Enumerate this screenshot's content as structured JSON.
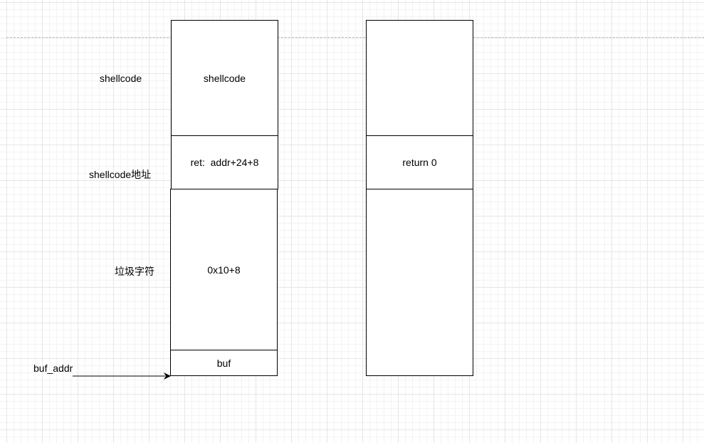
{
  "left_labels": {
    "shellcode": "shellcode",
    "shellcode_addr": "shellcode地址",
    "junk": "垃圾字符",
    "buf_addr": "buf_addr"
  },
  "left_stack": {
    "shellcode": "shellcode",
    "ret": "ret:  addr+24+8",
    "padding": "0x10+8",
    "buf": "buf"
  },
  "right_stack": {
    "top": "",
    "return": "return 0",
    "bottom": ""
  },
  "colors": {
    "grid_major": "#e6e6e6",
    "grid_minor": "#f3f3f3",
    "stroke": "#000000",
    "page_break": "#c0c0c0"
  },
  "icons": {
    "pointer": "arrow-right-icon"
  }
}
